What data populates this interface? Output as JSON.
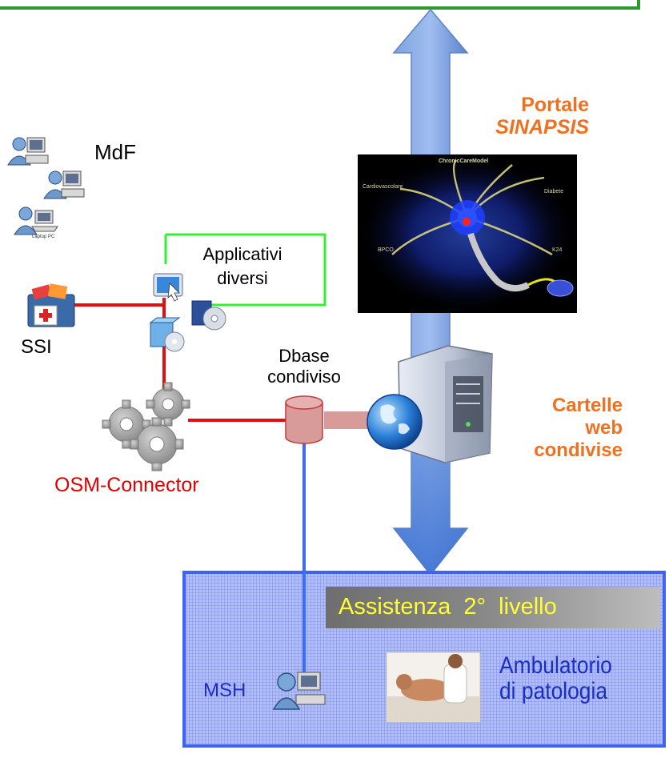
{
  "portal": {
    "line1": "Portale",
    "line2": "SINAPSIS"
  },
  "mdf_label": "MdF",
  "laptop_caption": "Laptop PC",
  "applicativi": {
    "line1": "Applicativi",
    "line2": "diversi"
  },
  "ssi_label": "SSI",
  "dbase": {
    "line1": "Dbase",
    "line2": "condiviso"
  },
  "cartelle": {
    "line1": "Cartelle",
    "line2": "web",
    "line3": "condivise"
  },
  "connector_label": "OSM-Connector",
  "neuron_labels": {
    "top": "ChronicCareModel",
    "left": "Cardiovascolare",
    "right": "Diabete",
    "bottom_left": "BPCO",
    "bottom_right": "K24"
  },
  "bottom_panel": {
    "banner": "Assistenza  2°  livello",
    "ambulatorio_line1": "Ambulatorio",
    "ambulatorio_line2": "di patologia",
    "msh_label": "MSH"
  },
  "colors": {
    "portal_orange": "#f07020",
    "connector_red": "#e00000",
    "link_red": "#e01010",
    "link_blue": "#3a6ef0",
    "green_frame": "#2a9a2a",
    "bright_green_frame": "#33ee33",
    "panel_blue": "#aeb9f5",
    "panel_border": "#3f63ee",
    "banner_text": "#ffff33",
    "ambulatorio_text": "#1a2fc0"
  }
}
